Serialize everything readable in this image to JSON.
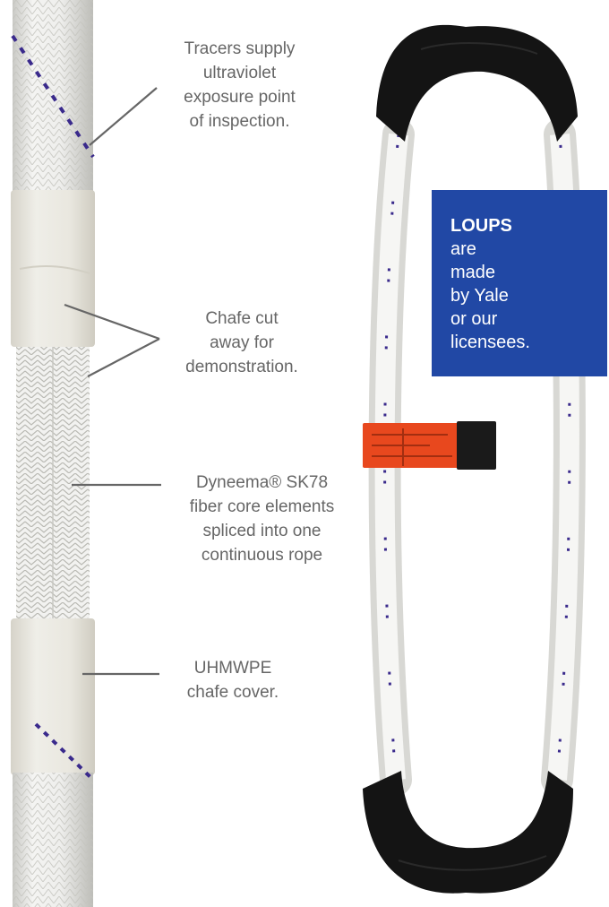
{
  "callouts": [
    {
      "text": "Tracers supply\nultraviolet\nexposure point\nof inspection."
    },
    {
      "text": "Chafe cut\naway for\ndemonstration."
    },
    {
      "text": "Dyneema® SK78\nfiber core elements\nspliced into one\ncontinuous rope"
    },
    {
      "text": "UHMWPE\nchafe cover."
    }
  ],
  "badge": {
    "title": "LOUPS",
    "body": "are\nmade\nby Yale\nor our\nlicensees."
  },
  "colors": {
    "badge": "#2148a5",
    "rope": "#ececea",
    "tracer": "#3a2a8c",
    "chafe_cover": "#e4e2da",
    "loop_cover": "#141414",
    "tag": "#e8481e",
    "callout_text": "#666666"
  }
}
